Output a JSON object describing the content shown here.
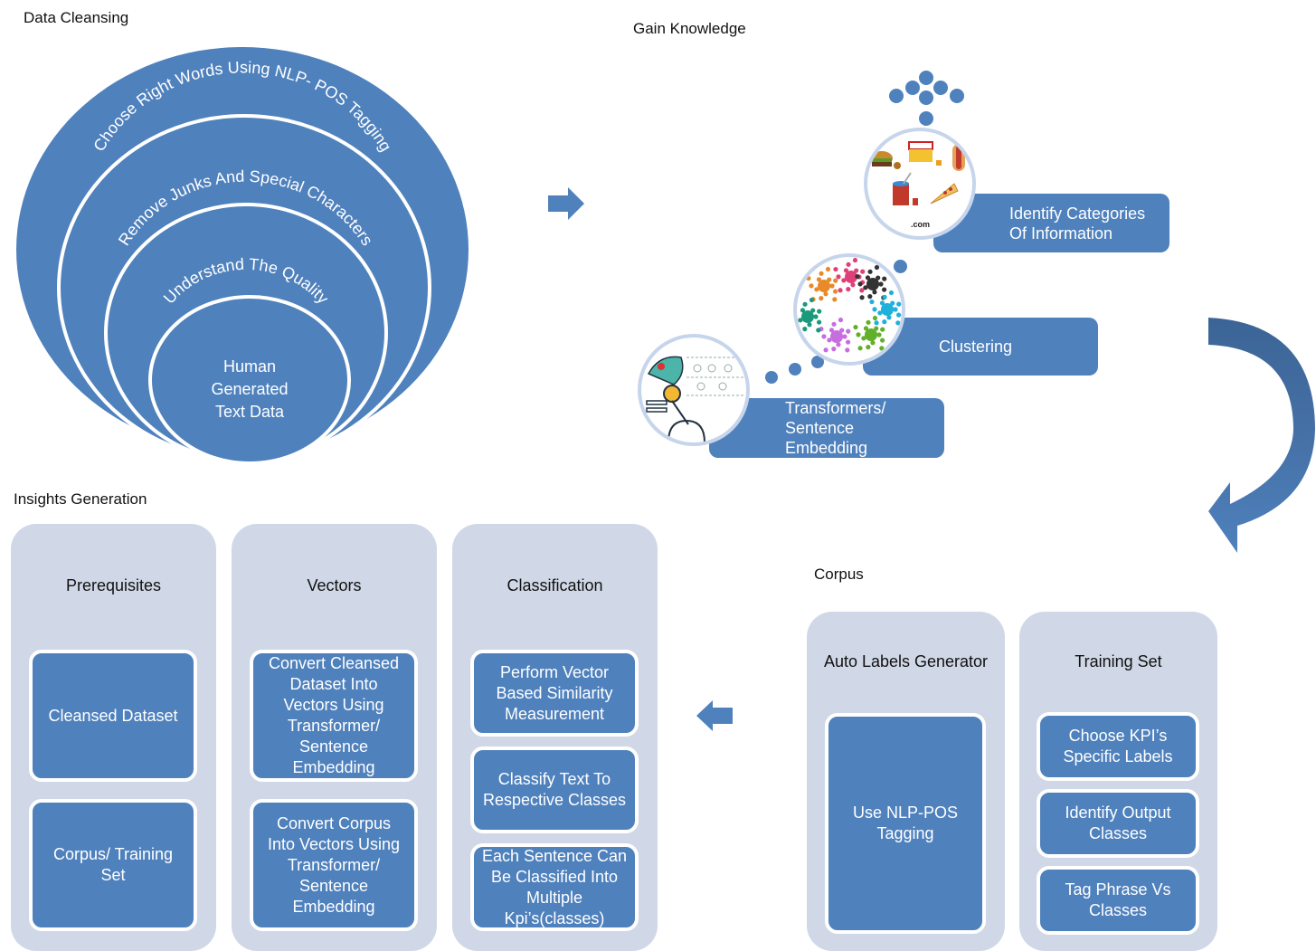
{
  "colors": {
    "primary_blue": "#4f81bd",
    "dark_blue": "#3c6496",
    "panel_bg": "#d0d8e7",
    "thumb_ring": "#c6d5ec"
  },
  "data_cleansing": {
    "title": "Data Cleansing",
    "rings": [
      {
        "label": "Choose Right Words Using NLP- POS Tagging"
      },
      {
        "label": "Remove Junks And Special Characters"
      },
      {
        "label": "Understand The Quality"
      }
    ],
    "core_label": "Human\nGenerated\nText Data"
  },
  "gain_knowledge": {
    "title": "Gain Knowledge",
    "steps": [
      {
        "label": "Transformers/\nSentence\nEmbedding",
        "image": "robot-ai-illustration"
      },
      {
        "label": "Clustering",
        "image": "cluster-network-graph"
      },
      {
        "label": "Identify Categories\nOf Information",
        "image": "food-category-icons"
      }
    ],
    "thumb_watermark": ".com"
  },
  "corpus": {
    "title": "Corpus",
    "panels": [
      {
        "title": "Auto Labels Generator",
        "items": [
          "Use NLP-POS\nTagging"
        ]
      },
      {
        "title": "Training Set",
        "items": [
          "Choose KPI’s\nSpecific  Labels",
          "Identify Output\nClasses",
          "Tag Phrase Vs\nClasses"
        ]
      }
    ]
  },
  "insights_generation": {
    "title": "Insights Generation",
    "panels": [
      {
        "title": "Prerequisites",
        "items": [
          "Cleansed Dataset",
          "Corpus/ Training\nSet"
        ]
      },
      {
        "title": "Vectors",
        "items": [
          "Convert Cleansed\nDataset Into\nVectors Using\nTransformer/\nSentence\nEmbedding",
          "Convert Corpus\nInto Vectors Using\nTransformer/\nSentence\nEmbedding"
        ]
      },
      {
        "title": "Classification",
        "items": [
          "Perform Vector\nBased Similarity\nMeasurement",
          "Classify Text To\nRespective Classes",
          "Each Sentence Can\nBe Classified Into\nMultiple\nKpi’s(classes)"
        ]
      }
    ]
  },
  "arrows": {
    "cleansing_to_knowledge": "right-arrow",
    "knowledge_to_corpus": "curved-down-arrow",
    "corpus_to_insights": "left-arrow"
  }
}
